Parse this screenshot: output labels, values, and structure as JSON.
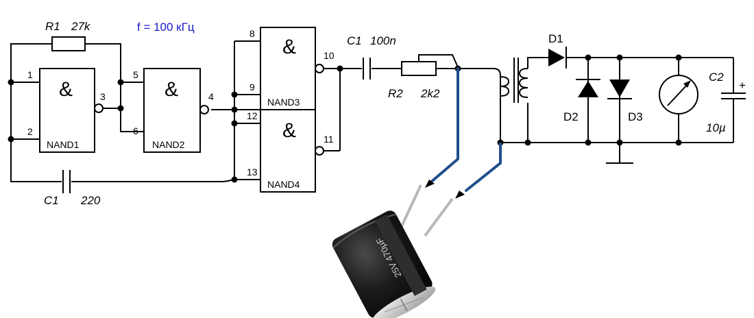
{
  "annotations": {
    "frequency": "f = 100 кГц"
  },
  "gates": [
    {
      "name": "NAND1",
      "symbol": "&",
      "inputs": [
        "1",
        "2"
      ],
      "output": "3"
    },
    {
      "name": "NAND2",
      "symbol": "&",
      "inputs": [
        "5",
        "6"
      ],
      "output": "4"
    },
    {
      "name": "NAND3",
      "symbol": "&",
      "inputs": [
        "8",
        "9"
      ],
      "output": "10"
    },
    {
      "name": "NAND4",
      "symbol": "&",
      "inputs": [
        "12",
        "13"
      ],
      "output": "11"
    }
  ],
  "components": {
    "r1": {
      "ref": "R1",
      "value": "27k"
    },
    "c1_timing": {
      "ref": "C1",
      "value": "220"
    },
    "c1_coupling": {
      "ref": "C1",
      "value": "100n"
    },
    "r2": {
      "ref": "R2",
      "value": "2k2"
    },
    "d1": {
      "ref": "D1"
    },
    "d2": {
      "ref": "D2"
    },
    "d3": {
      "ref": "D3"
    },
    "c2": {
      "ref": "C2",
      "value": "10µ",
      "polarity": "+"
    }
  },
  "capacitor_photo": {
    "printed_text": "25V 470µF"
  },
  "colors": {
    "probe_leads": "#1f4e8c",
    "frequency_text": "#1a1acc",
    "wires": "#000000"
  }
}
